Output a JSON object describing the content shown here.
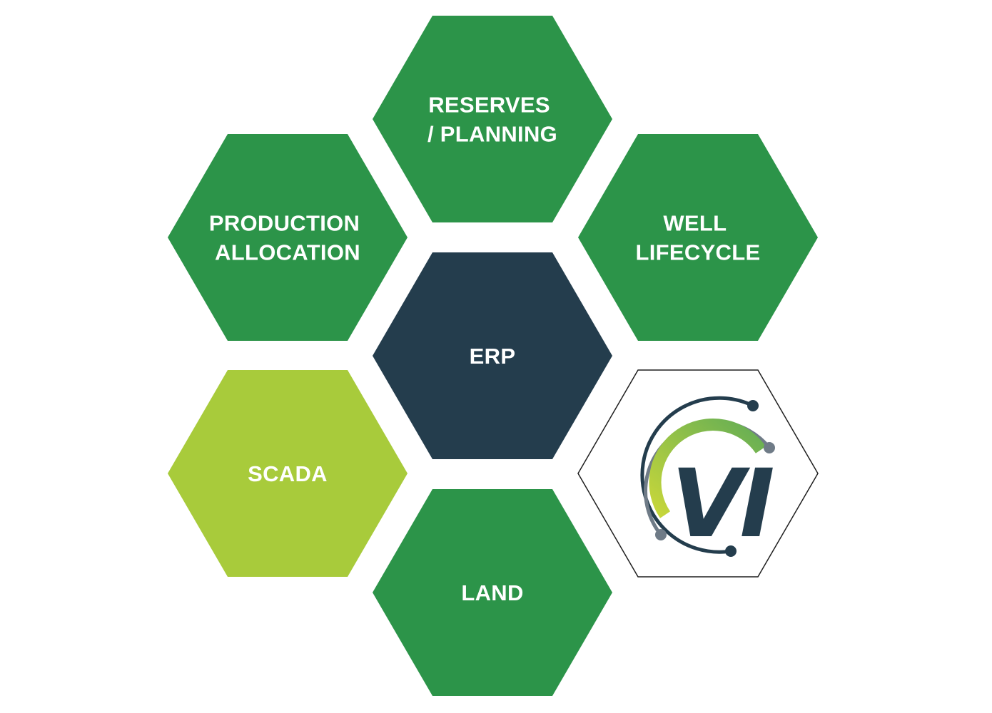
{
  "colors": {
    "green": "#2c9449",
    "lime": "#a8cb3b",
    "navy": "#243d4d",
    "logo_border": "#1f1f1f",
    "logo_arc_dark": "#243d4d",
    "logo_arc_gray": "#6f7b87",
    "logo_arc_gradient_start": "#c8d73a",
    "logo_arc_gradient_end": "#63ad55"
  },
  "hexagons": [
    {
      "id": "reserves-planning",
      "color": "green",
      "lines": [
        "RESERVES",
        "/ PLANNING"
      ]
    },
    {
      "id": "production-allocation",
      "color": "green",
      "lines": [
        "PRODUCTION",
        "ALLOCATION"
      ]
    },
    {
      "id": "well-lifecycle",
      "color": "green",
      "lines": [
        "WELL",
        "LIFECYCLE"
      ]
    },
    {
      "id": "erp",
      "color": "navy",
      "lines": [
        "ERP"
      ]
    },
    {
      "id": "scada",
      "color": "lime",
      "lines": [
        "SCADA"
      ]
    },
    {
      "id": "land",
      "color": "green",
      "lines": [
        "LAND"
      ]
    }
  ],
  "logo": {
    "text": "VI"
  }
}
